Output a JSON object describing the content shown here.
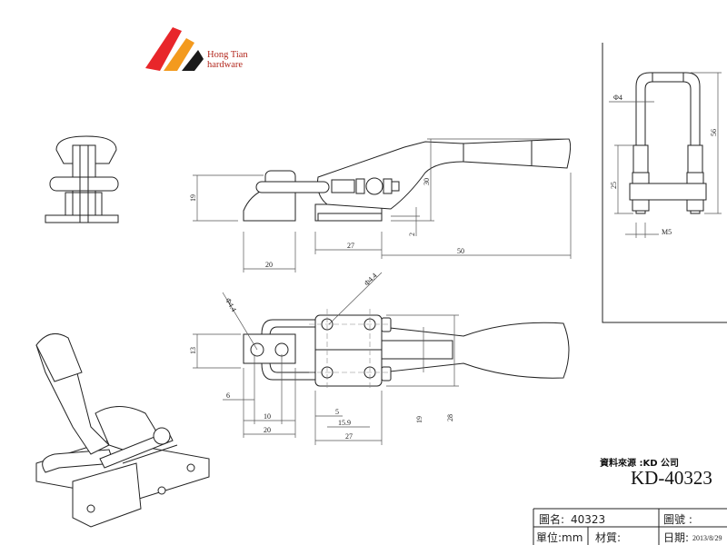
{
  "logo": {
    "line1": "Hong Tian",
    "line2": "hardware",
    "colors": [
      "#e8262a",
      "#f39a1e",
      "#1a1a1a"
    ]
  },
  "side_view": {
    "dims": {
      "height": "19",
      "handle_height": "30",
      "offset": "2",
      "pad_width": "20",
      "base_width": "27",
      "handle_length": "50"
    }
  },
  "top_view": {
    "dims": {
      "hole_left": "Φ4.4",
      "hole_right": "Φ4.4",
      "width": "13",
      "edge": "6",
      "pitch": "10",
      "pad_width": "20",
      "edge2": "5",
      "hole_pitch": "15.9",
      "base_width": "27",
      "hole_span": "19",
      "body_width": "28"
    }
  },
  "ubolt_view": {
    "dims": {
      "rod_dia": "Φ4",
      "height": "56",
      "thread": "25",
      "thread_size": "M5"
    }
  },
  "source": "資料來源 :KD 公司",
  "part_code": "KD-40323",
  "title_block": {
    "name_label": "圖名:",
    "name_value": "40323",
    "number_label": "圖號 :",
    "unit_label": "單位:mm",
    "material_label": "材質:",
    "date_label": "日期:",
    "date_value": "2013/8/29"
  }
}
